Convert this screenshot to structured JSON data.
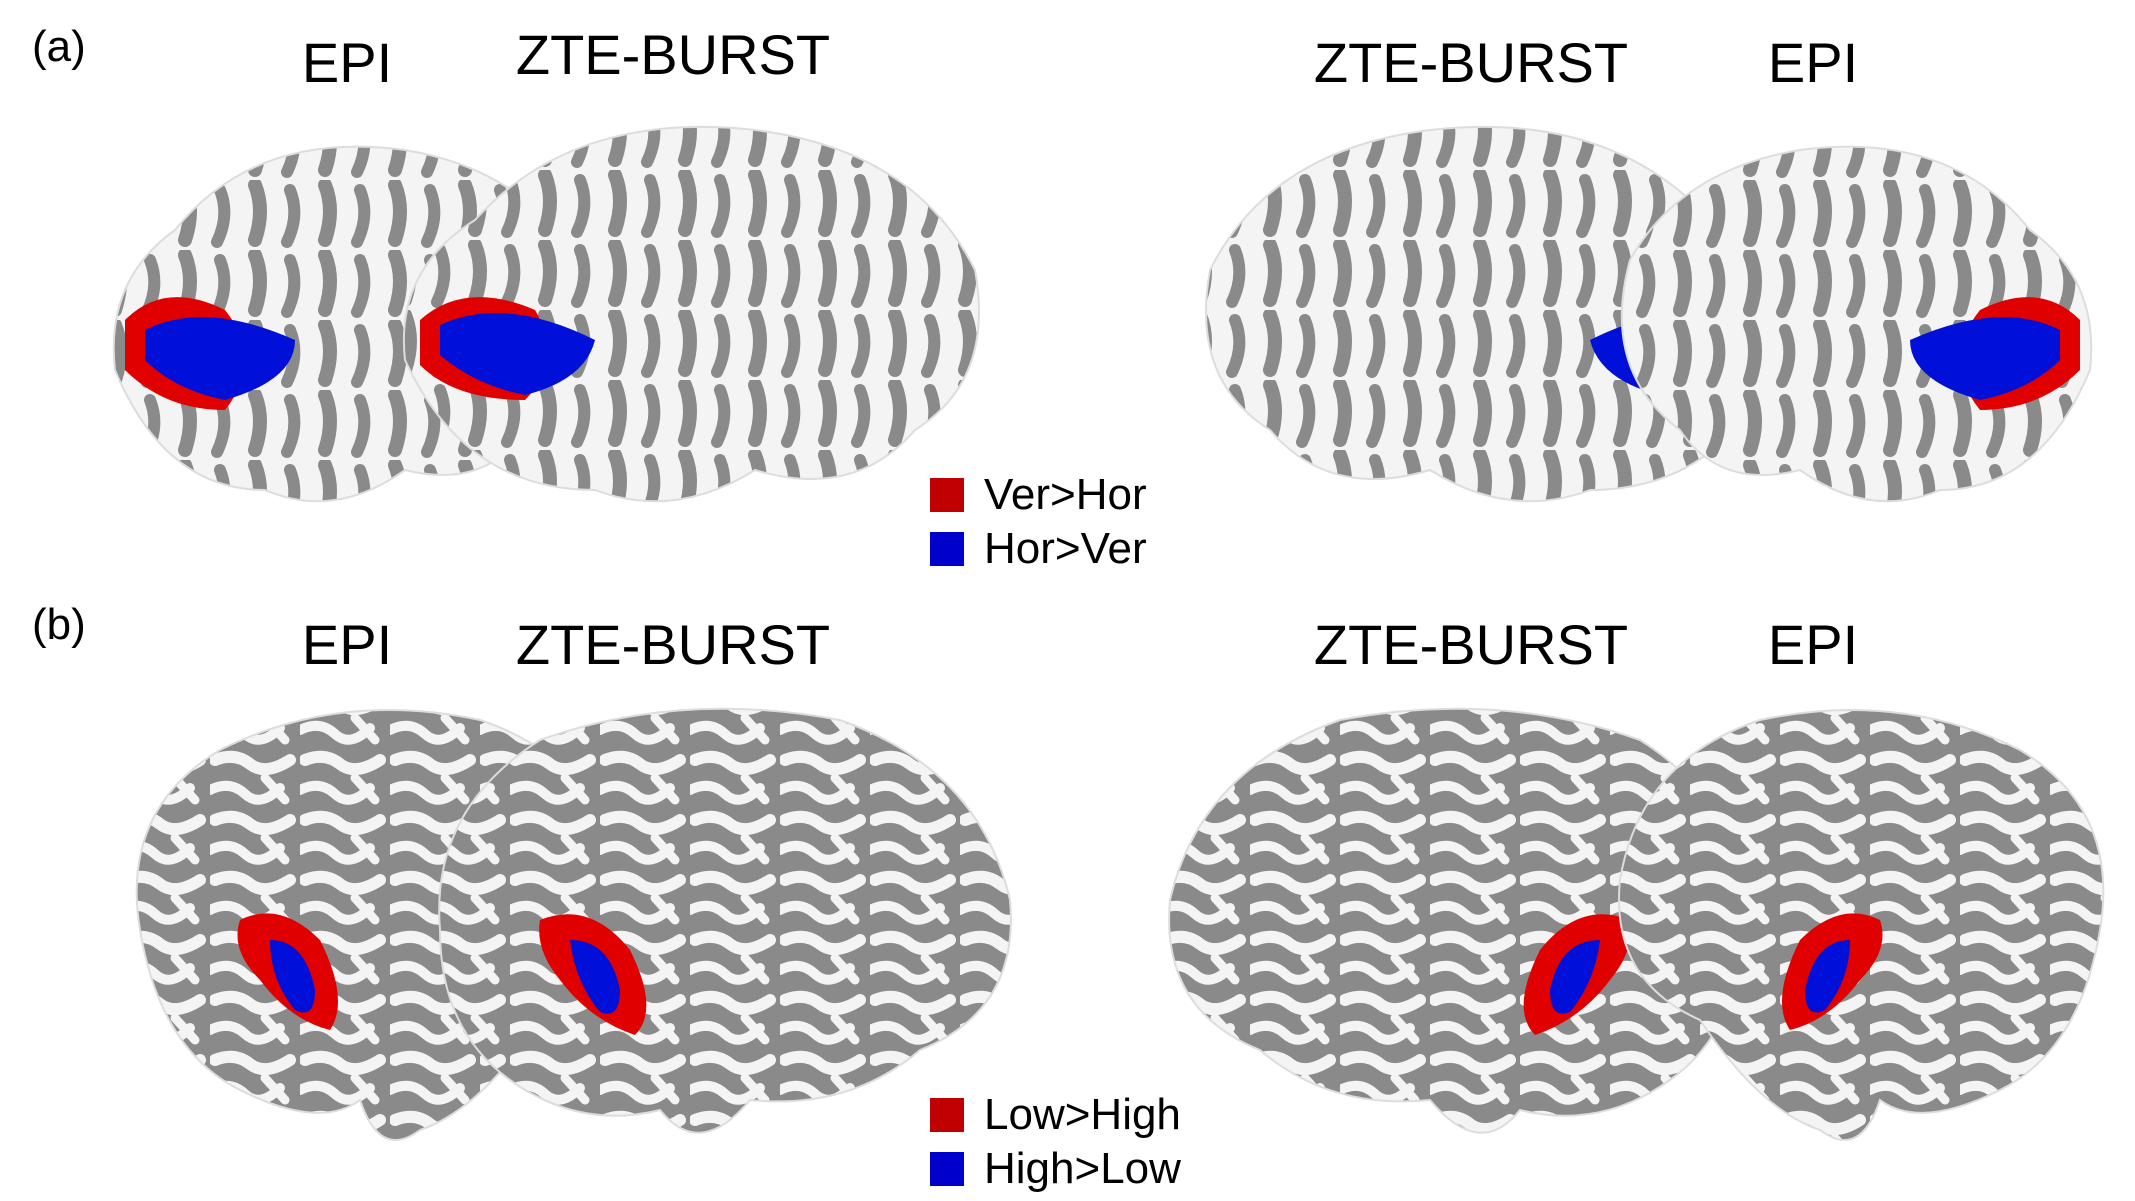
{
  "panel_a": {
    "label": "(a)",
    "titles": [
      "EPI",
      "ZTE-BURST",
      "ZTE-BURST",
      "EPI"
    ],
    "legend": [
      {
        "label": "Ver>Hor",
        "color": "#c00000"
      },
      {
        "label": "Hor>Ver",
        "color": "#0000cc"
      }
    ]
  },
  "panel_b": {
    "label": "(b)",
    "titles": [
      "EPI",
      "ZTE-BURST",
      "ZTE-BURST",
      "EPI"
    ],
    "legend": [
      {
        "label": "Low>High",
        "color": "#c00000"
      },
      {
        "label": "High>Low",
        "color": "#0000cc"
      }
    ]
  },
  "colors": {
    "sulcus": "#8a8a8a",
    "gyrus": "#f4f4f4",
    "activation_red": "#e00000",
    "activation_blue": "#0010d8"
  }
}
